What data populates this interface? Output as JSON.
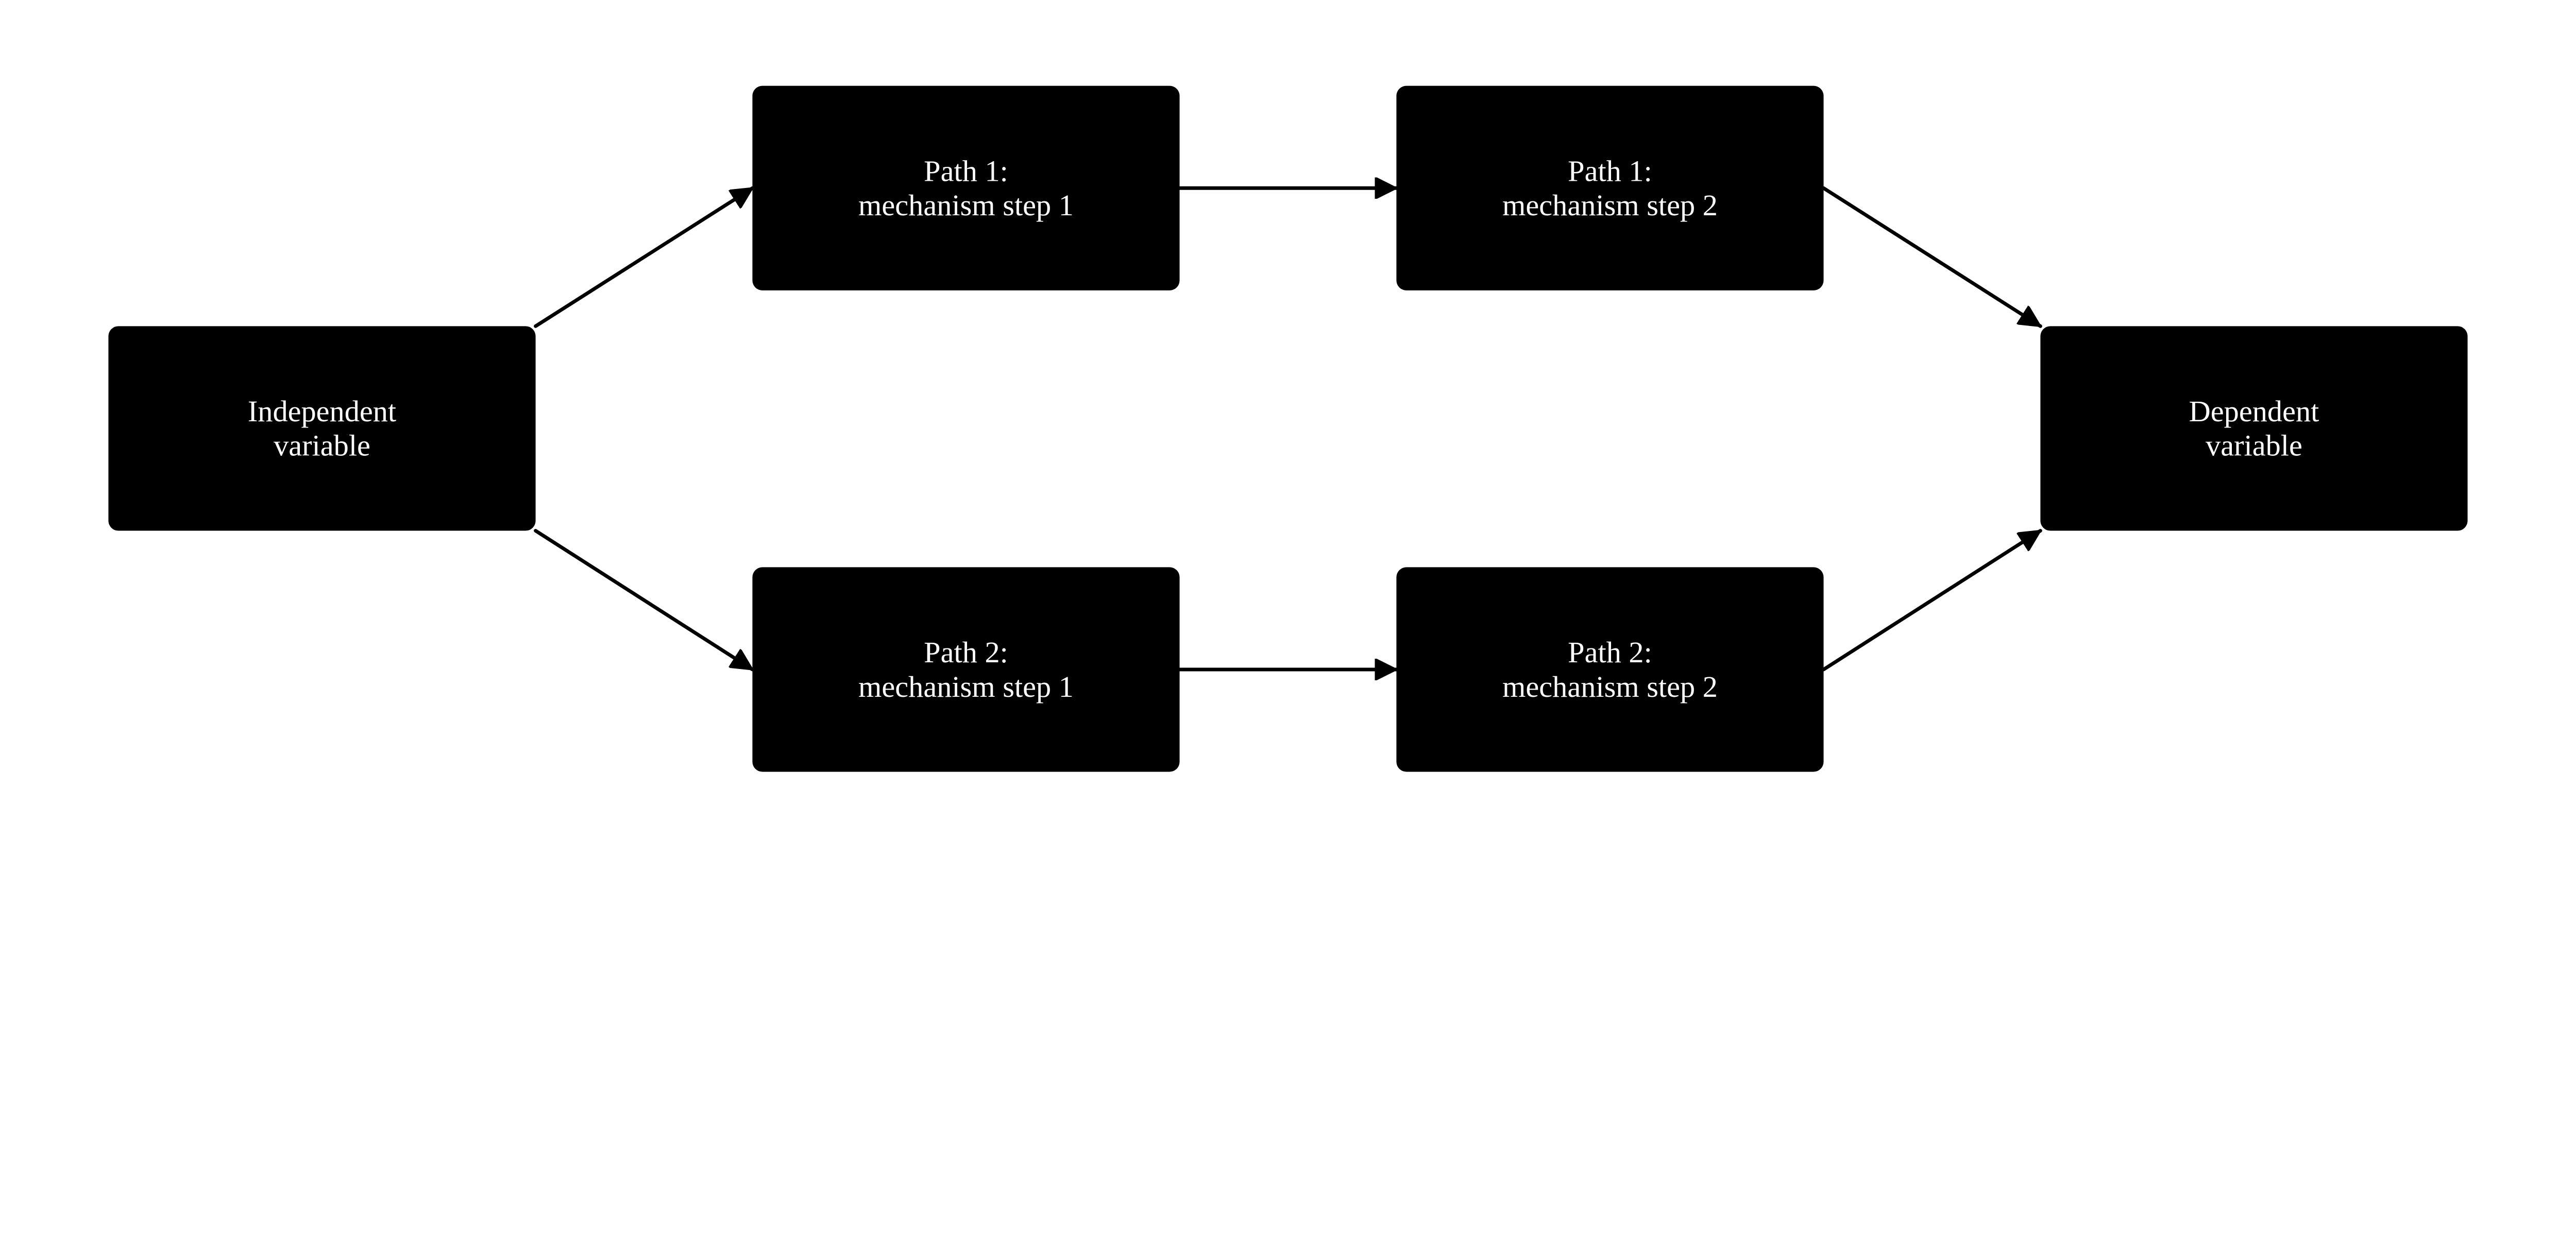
{
  "diagram": {
    "colors": {
      "node_fill": "#000000",
      "node_text": "#ffffff",
      "edge": "#000000",
      "background": "#ffffff"
    },
    "nodes": [
      {
        "id": "iv",
        "lines": [
          "Independent",
          "variable"
        ]
      },
      {
        "id": "p1s1",
        "lines": [
          "Path 1:",
          "mechanism step 1"
        ]
      },
      {
        "id": "p1s2",
        "lines": [
          "Path 1:",
          "mechanism step 2"
        ]
      },
      {
        "id": "p2s1",
        "lines": [
          "Path 2:",
          "mechanism step 1"
        ]
      },
      {
        "id": "p2s2",
        "lines": [
          "Path 2:",
          "mechanism step 2"
        ]
      },
      {
        "id": "dv",
        "lines": [
          "Dependent",
          "variable"
        ]
      }
    ],
    "edges": [
      {
        "from": "iv",
        "to": "p1s1"
      },
      {
        "from": "p1s1",
        "to": "p1s2"
      },
      {
        "from": "p1s2",
        "to": "dv"
      },
      {
        "from": "iv",
        "to": "p2s1"
      },
      {
        "from": "p2s1",
        "to": "p2s2"
      },
      {
        "from": "p2s2",
        "to": "dv"
      }
    ]
  }
}
